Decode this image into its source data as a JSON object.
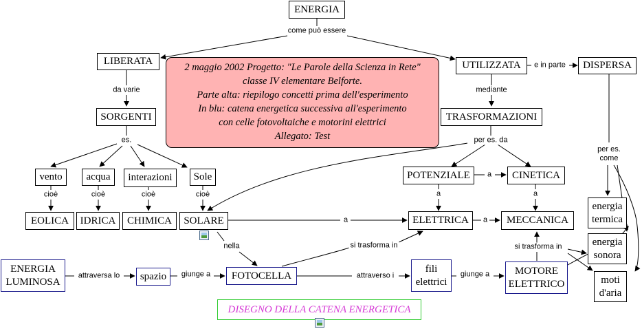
{
  "nodes": {
    "energia": "ENERGIA",
    "liberata": "LIBERATA",
    "utilizzata": "UTILIZZATA",
    "dispersa": "DISPERSA",
    "sorgenti": "SORGENTI",
    "trasformazioni": "TRASFORMAZIONI",
    "vento": "vento",
    "acqua": "acqua",
    "interazioni": "interazioni",
    "sole": "Sole",
    "eolica": "EOLICA",
    "idrica": "IDRICA",
    "chimica": "CHIMICA",
    "solare": "SOLARE",
    "potenziale": "POTENZIALE",
    "cinetica": "CINETICA",
    "elettrica": "ELETTRICA",
    "meccanica": "MECCANICA",
    "energia_termica": "energia\ntermica",
    "energia_sonora": "energia\nsonora",
    "moti_aria": "moti\nd'aria",
    "energia_luminosa": "ENERGIA\nLUMINOSA",
    "spazio": "spazio",
    "fotocella": "FOTOCELLA",
    "fili_elettrici": "fili\nelettrici",
    "motore_elettrico": "MOTORE\nELETTRICO"
  },
  "links": {
    "come_puo_essere": "come può essere",
    "e_in_parte": "e in parte",
    "da_varie": "da varie",
    "mediante": "mediante",
    "es": "es.",
    "per_es_da": "per es. da",
    "per_es_come": "per es.\ncome",
    "cioe": "cioè",
    "a": "a",
    "nella": "nella",
    "si_trasforma_in": "si trasforma in",
    "attraversa_lo": "attraversa lo",
    "giunge_a": "giunge a",
    "attraverso_i": "attraverso i"
  },
  "note": {
    "lines": [
      "2 maggio 2002 Progetto: \"Le Parole della Scienza in Rete\"",
      "classe IV elementare Belforte.",
      "Parte alta: riepilogo concetti prima dell'esperimento",
      "In blu: catena energetica successiva all'esperimento",
      "con celle fotovoltaiche e motorini elettrici",
      "Allegato: Test"
    ]
  },
  "resource_link": "DISEGNO DELLA CATENA ENERGETICA",
  "colors": {
    "note_fill": "#ffb3b3",
    "blue_border": "#1a1a8c",
    "link_border": "#33cc33",
    "link_text": "#d63ad6"
  }
}
